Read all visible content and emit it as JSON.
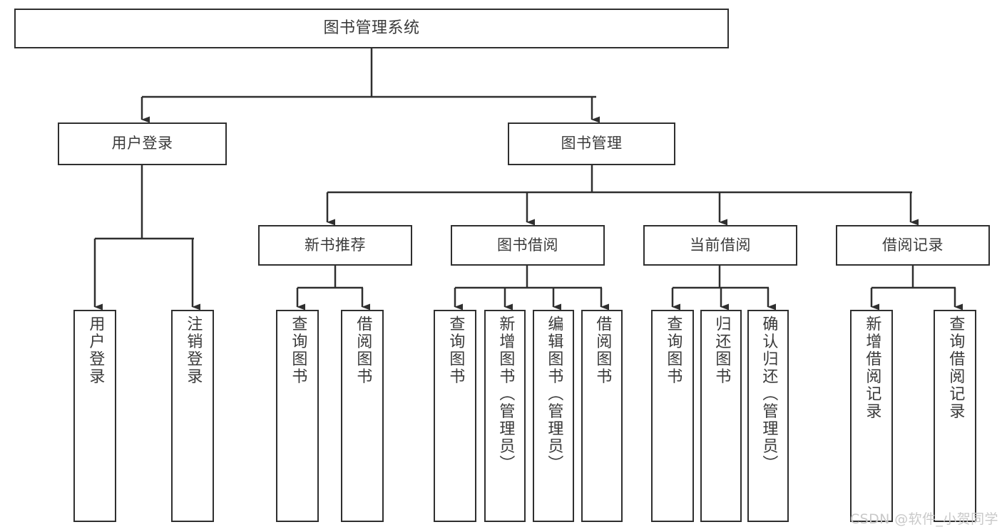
{
  "diagram": {
    "title": "图书管理系统",
    "type": "tree",
    "root": {
      "label": "图书管理系统"
    },
    "level1": [
      {
        "id": "user-login",
        "label": "用户登录"
      },
      {
        "id": "book-management",
        "label": "图书管理"
      }
    ],
    "level2": [
      {
        "id": "new-book-recommend",
        "label": "新书推荐",
        "parent": "book-management"
      },
      {
        "id": "book-borrow",
        "label": "图书借阅",
        "parent": "book-management"
      },
      {
        "id": "current-borrow",
        "label": "当前借阅",
        "parent": "book-management"
      },
      {
        "id": "borrow-record",
        "label": "借阅记录",
        "parent": "book-management"
      }
    ],
    "leaves": [
      {
        "id": "leaf-user-login",
        "label": "用户登录",
        "parent": "user-login"
      },
      {
        "id": "leaf-logout-login",
        "label": "注销登录",
        "parent": "user-login"
      },
      {
        "id": "leaf-query-book-1",
        "label": "查询图书",
        "parent": "new-book-recommend"
      },
      {
        "id": "leaf-borrow-book-1",
        "label": "借阅图书",
        "parent": "new-book-recommend"
      },
      {
        "id": "leaf-query-book-2",
        "label": "查询图书",
        "parent": "book-borrow"
      },
      {
        "id": "leaf-add-book",
        "label": "新增图书（管理员）",
        "parent": "book-borrow"
      },
      {
        "id": "leaf-edit-book",
        "label": "编辑图书（管理员）",
        "parent": "book-borrow"
      },
      {
        "id": "leaf-borrow-book-2",
        "label": "借阅图书",
        "parent": "book-borrow"
      },
      {
        "id": "leaf-query-book-3",
        "label": "查询图书",
        "parent": "current-borrow"
      },
      {
        "id": "leaf-return-book",
        "label": "归还图书",
        "parent": "current-borrow"
      },
      {
        "id": "leaf-confirm-return",
        "label": "确认归还（管理员）",
        "parent": "current-borrow"
      },
      {
        "id": "leaf-add-record",
        "label": "新增借阅记录",
        "parent": "borrow-record"
      },
      {
        "id": "leaf-query-record",
        "label": "查询借阅记录",
        "parent": "borrow-record"
      }
    ],
    "colors": {
      "border": "#2f2f2f",
      "text": "#3a3a3a",
      "background": "#ffffff",
      "connector": "#2f2f2f",
      "watermark": "#c9c9c9"
    }
  },
  "watermark": {
    "text": "CSDN @软件_小贺同学"
  }
}
